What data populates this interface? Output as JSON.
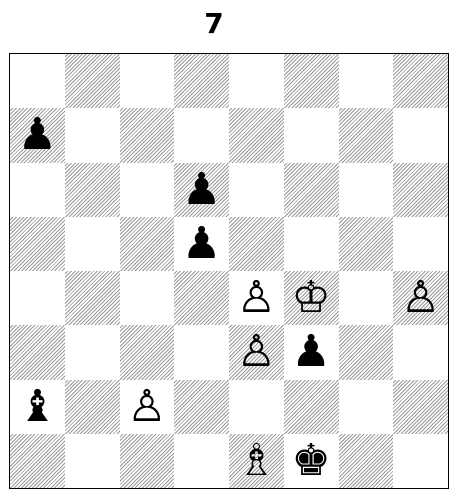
{
  "puzzle": {
    "number": "7"
  },
  "board": {
    "rows": [
      [
        "",
        "",
        "",
        "",
        "",
        "",
        "",
        ""
      ],
      [
        "bp",
        "",
        "",
        "",
        "",
        "",
        "",
        ""
      ],
      [
        "",
        "",
        "",
        "bp",
        "",
        "",
        "",
        ""
      ],
      [
        "",
        "",
        "",
        "bp",
        "",
        "",
        "",
        ""
      ],
      [
        "",
        "",
        "",
        "",
        "wp",
        "wk",
        "",
        "wp"
      ],
      [
        "",
        "",
        "",
        "",
        "wp",
        "bp",
        "",
        ""
      ],
      [
        "bb",
        "",
        "wp",
        "",
        "",
        "",
        "",
        ""
      ],
      [
        "",
        "",
        "",
        "",
        "wb",
        "bk",
        "",
        ""
      ]
    ],
    "colors": {
      "light_square": "#ffffff",
      "dark_square_hatch": "#9a9a9a",
      "border": "#000000"
    }
  },
  "pieces": {
    "wk": {
      "glyph": "♔",
      "name": "white-king"
    },
    "wq": {
      "glyph": "♕",
      "name": "white-queen"
    },
    "wr": {
      "glyph": "♖",
      "name": "white-rook"
    },
    "wb": {
      "glyph": "♗",
      "name": "white-bishop"
    },
    "wn": {
      "glyph": "♘",
      "name": "white-knight"
    },
    "wp": {
      "glyph": "♙",
      "name": "white-pawn"
    },
    "bk": {
      "glyph": "♚",
      "name": "black-king"
    },
    "bq": {
      "glyph": "♛",
      "name": "black-queen"
    },
    "br": {
      "glyph": "♜",
      "name": "black-rook"
    },
    "bb": {
      "glyph": "♝",
      "name": "black-bishop"
    },
    "bn": {
      "glyph": "♞",
      "name": "black-knight"
    },
    "bp": {
      "glyph": "♟",
      "name": "black-pawn"
    }
  }
}
